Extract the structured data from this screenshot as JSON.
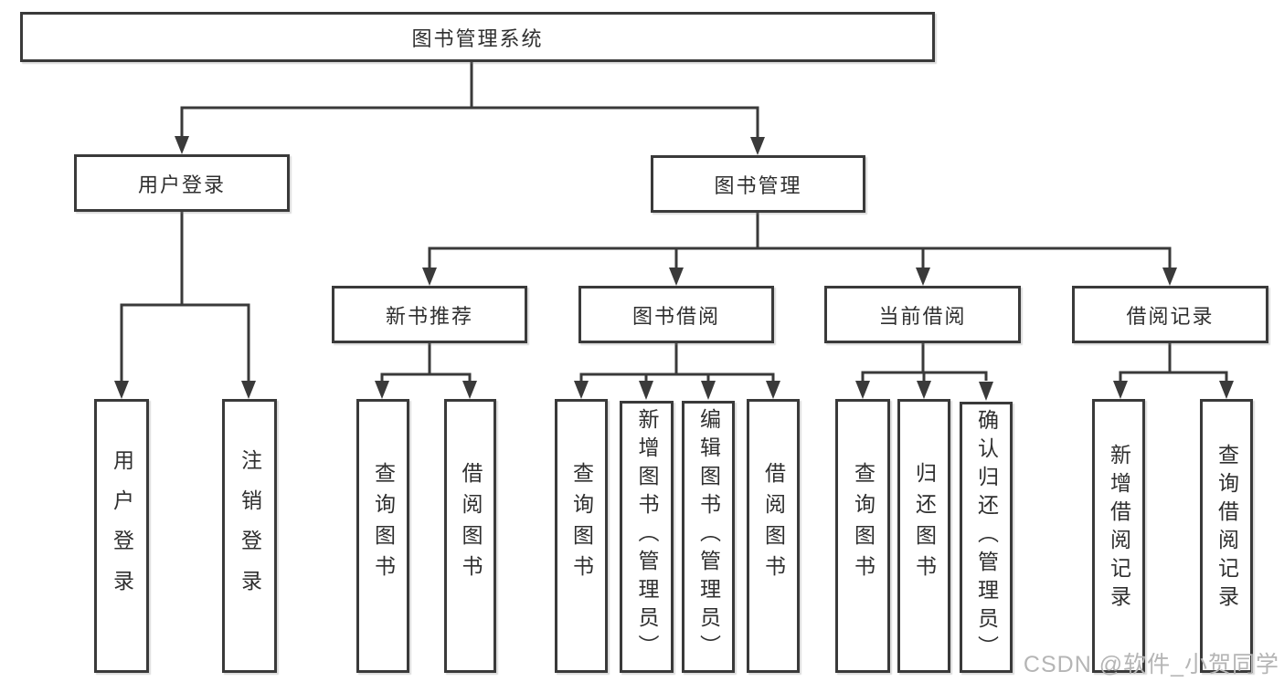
{
  "diagram_type": "tree",
  "title": "图书管理系统",
  "colors": {
    "line": "#3a3a3a",
    "box_border": "#3a3a3a",
    "text": "#2f2f2f",
    "background": "#ffffff",
    "watermark": "#b5b5b5"
  },
  "tree": {
    "label": "图书管理系统",
    "children": [
      {
        "label": "用户登录",
        "children": [
          {
            "label": "用户登录"
          },
          {
            "label": "注销登录"
          }
        ]
      },
      {
        "label": "图书管理",
        "children": [
          {
            "label": "新书推荐",
            "children": [
              {
                "label": "查询图书"
              },
              {
                "label": "借阅图书"
              }
            ]
          },
          {
            "label": "图书借阅",
            "children": [
              {
                "label": "查询图书"
              },
              {
                "label": "新增图书（管理员）"
              },
              {
                "label": "编辑图书（管理员）"
              },
              {
                "label": "借阅图书"
              }
            ]
          },
          {
            "label": "当前借阅",
            "children": [
              {
                "label": "查询图书"
              },
              {
                "label": "归还图书"
              },
              {
                "label": "确认归还（管理员）"
              }
            ]
          },
          {
            "label": "借阅记录",
            "children": [
              {
                "label": "新增借阅记录"
              },
              {
                "label": "查询借阅记录"
              }
            ]
          }
        ]
      }
    ]
  },
  "watermark": {
    "text": "CSDN @软件_小贺同学"
  }
}
